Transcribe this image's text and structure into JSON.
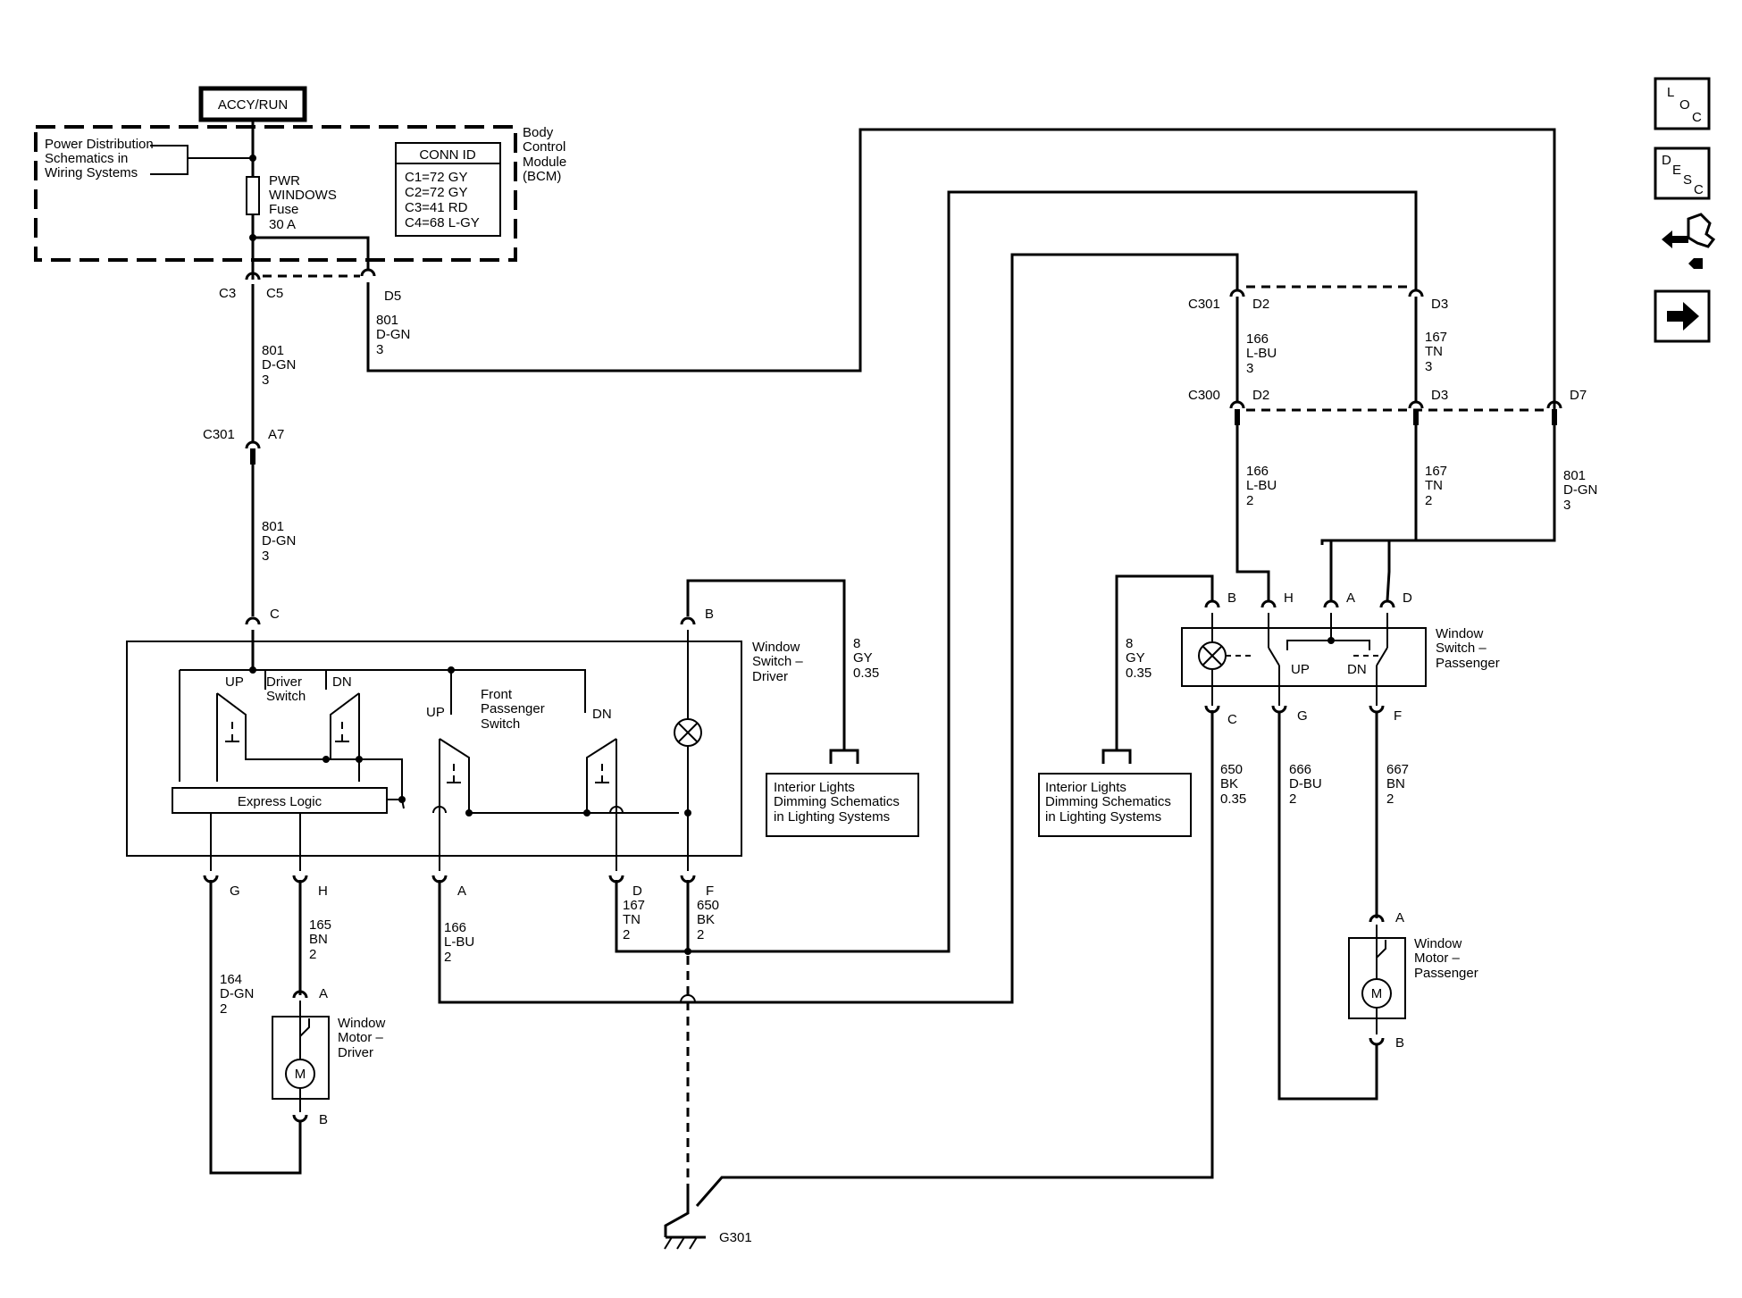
{
  "power": {
    "label": "ACCY/RUN"
  },
  "bcm": {
    "power_dist": [
      "Power Distribution",
      "Schematics in",
      "Wiring Systems"
    ],
    "fuse": [
      "PWR",
      "WINDOWS",
      "Fuse",
      "30 A"
    ],
    "conn_id": {
      "title": "CONN ID",
      "lines": [
        "C1=72 GY",
        "C2=72 GY",
        "C3=41 RD",
        "C4=68 L-GY"
      ]
    },
    "name": [
      "Body",
      "Control",
      "Module",
      "(BCM)"
    ],
    "pins": {
      "c3": "C3",
      "c5": "C5",
      "d5": "D5"
    }
  },
  "wires": {
    "w801_a": [
      "801",
      "D-GN",
      "3"
    ],
    "w801_b": [
      "801",
      "D-GN",
      "3"
    ],
    "w801_c": [
      "801",
      "D-GN",
      "3"
    ],
    "w801_d": [
      "801",
      "D-GN",
      "3"
    ],
    "w166_a": [
      "166",
      "L-BU",
      "3"
    ],
    "w167_a": [
      "167",
      "TN",
      "3"
    ],
    "w166_b": [
      "166",
      "L-BU",
      "2"
    ],
    "w167_b": [
      "167",
      "TN",
      "2"
    ],
    "w8_a": [
      "8",
      "GY",
      "0.35"
    ],
    "w8_b": [
      "8",
      "GY",
      "0.35"
    ],
    "w165": [
      "165",
      "BN",
      "2"
    ],
    "w164": [
      "164",
      "D-GN",
      "2"
    ],
    "w166_c": [
      "166",
      "L-BU",
      "2"
    ],
    "w167_c": [
      "167",
      "TN",
      "2"
    ],
    "w650_a": [
      "650",
      "BK",
      "2"
    ],
    "w650_b": [
      "650",
      "BK",
      "0.35"
    ],
    "w666": [
      "666",
      "D-BU",
      "2"
    ],
    "w667": [
      "667",
      "BN",
      "2"
    ]
  },
  "connectors": {
    "c301": "C301",
    "a7": "A7",
    "c301_r": "C301",
    "c300": "C300",
    "d2_a": "D2",
    "d3_a": "D3",
    "d2_b": "D2",
    "d3_b": "D3",
    "d7": "D7"
  },
  "driver_switch": {
    "name": [
      "Window",
      "Switch –",
      "Driver"
    ],
    "driver_sw": [
      "Driver",
      "Switch"
    ],
    "up": "UP",
    "dn": "DN",
    "pass_sw": [
      "Front",
      "Passenger",
      "Switch"
    ],
    "up2": "UP",
    "dn2": "DN",
    "express": "Express Logic",
    "pins": {
      "c": "C",
      "b": "B",
      "g": "G",
      "h": "H",
      "a": "A",
      "d": "D",
      "f": "F"
    }
  },
  "passenger_switch": {
    "name": [
      "Window",
      "Switch –",
      "Passenger"
    ],
    "up": "UP",
    "dn": "DN",
    "pins": {
      "b": "B",
      "h": "H",
      "a": "A",
      "d": "D",
      "c": "C",
      "g": "G",
      "f": "F"
    }
  },
  "interior_lights": [
    "Interior Lights",
    "Dimming Schematics",
    "in Lighting Systems"
  ],
  "interior_lights_2": [
    "Interior Lights",
    "Dimming Schematics",
    "in Lighting Systems"
  ],
  "motor_driver": {
    "name": [
      "Window",
      "Motor –",
      "Driver"
    ],
    "m": "M",
    "pin_a": "A",
    "pin_b": "B"
  },
  "motor_pass": {
    "name": [
      "Window",
      "Motor –",
      "Passenger"
    ],
    "m": "M",
    "pin_a": "A",
    "pin_b": "B"
  },
  "ground": "G301",
  "nav": {
    "loc": [
      "L",
      "O",
      "C"
    ],
    "desc": [
      "D",
      "E",
      "S",
      "C"
    ]
  }
}
